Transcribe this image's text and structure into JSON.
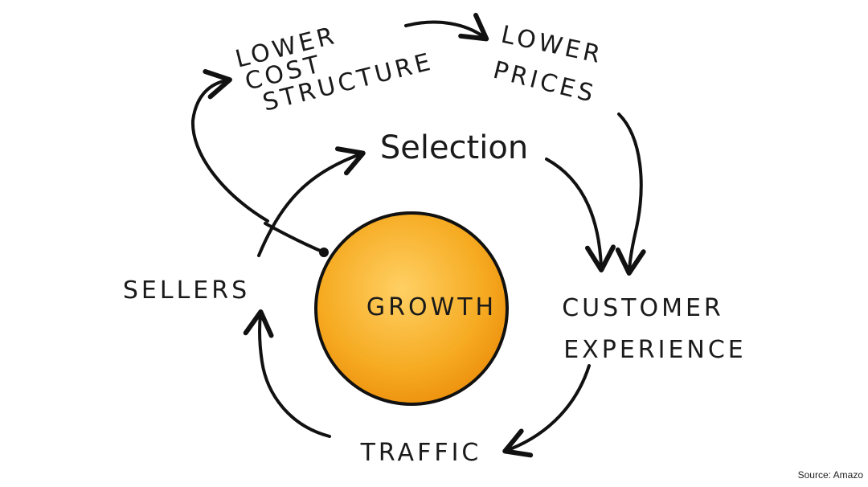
{
  "diagram": {
    "center": "GROWTH",
    "nodes": {
      "selection": "Selection",
      "customer_experience_1": "CUSTOMER",
      "customer_experience_2": "EXPERIENCE",
      "traffic": "TRAFFIC",
      "sellers": "SELLERS",
      "lower_cost_1": "LOWER",
      "lower_cost_2": "COST",
      "lower_cost_3": "STRUCTURE",
      "lower_prices_1": "LOWER",
      "lower_prices_2": "PRICES"
    },
    "colors": {
      "circle_inner": "#ffc24a",
      "circle_outer": "#f29a14",
      "ink": "#111111"
    }
  },
  "footer": {
    "source": "Source: Amazo"
  }
}
